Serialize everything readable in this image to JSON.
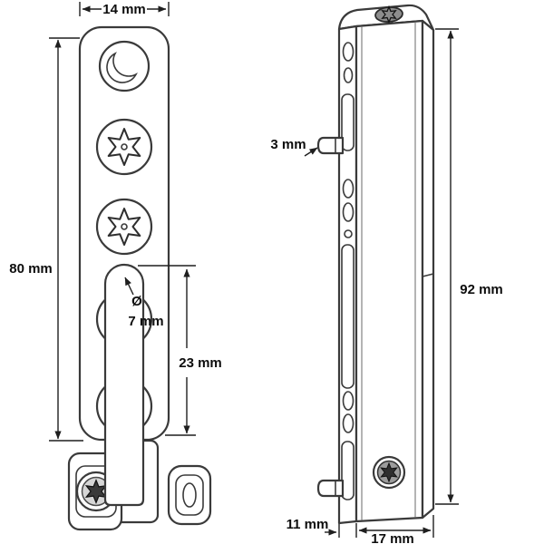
{
  "diagram": {
    "type": "technical-drawing",
    "description": "Two views of a window hardware locking pin keeper with dimension callouts",
    "colors": {
      "line": "#3a3a3a",
      "background": "#ffffff",
      "screw_dark": "#3a3a3a",
      "screw_ring": "#9c9c9c"
    },
    "labels": {
      "left_width": "14 mm",
      "left_height": "80 mm",
      "diameter_symbol": "Ø",
      "diameter_value": "7 mm",
      "pin_length": "23 mm",
      "pin_thickness": "3 mm",
      "right_height": "92 mm",
      "bottom_depth": "11 mm",
      "bottom_width": "17 mm"
    }
  }
}
